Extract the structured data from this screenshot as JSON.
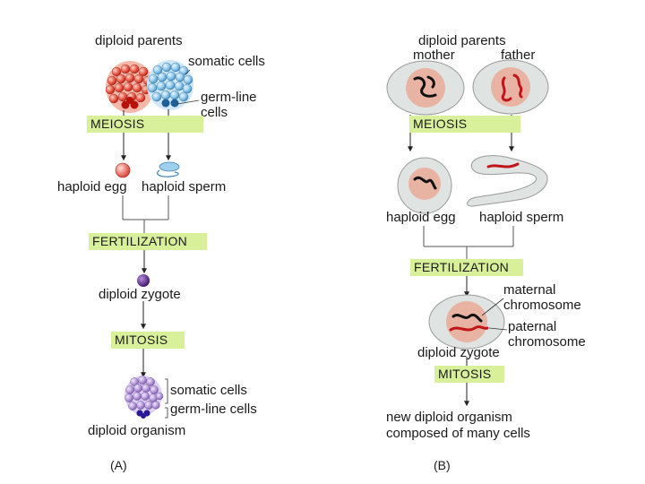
{
  "panel_a": {
    "diploid_parents": "diploid parents",
    "somatic_cells_top": "somatic cells",
    "germ_line_cells_top": "germ-line\ncells",
    "meiosis": "MEIOSIS",
    "haploid_egg": "haploid egg",
    "haploid_sperm": "haploid sperm",
    "fertilization": "FERTILIZATION",
    "diploid_zygote": "diploid zygote",
    "mitosis": "MITOSIS",
    "somatic_cells_bottom": "somatic cells",
    "germ_line_cells_bottom": "germ-line cells",
    "diploid_organism": "diploid organism",
    "caption": "(A)"
  },
  "panel_b": {
    "diploid_parents": "diploid parents",
    "mother": "mother",
    "father": "father",
    "meiosis": "MEIOSIS",
    "haploid_egg": "haploid egg",
    "haploid_sperm": "haploid sperm",
    "fertilization": "FERTILIZATION",
    "maternal_chromosome": "maternal\nchromosome",
    "paternal_chromosome": "paternal\nchromosome",
    "diploid_zygote": "diploid zygote",
    "mitosis": "MITOSIS",
    "new_organism": "new diploid organism\ncomposed of many cells",
    "caption": "(B)"
  },
  "colors": {
    "stage_highlight": "#d9f09a",
    "maternal": "#e24a3c",
    "paternal": "#4a9ed0",
    "zygote": "#4b1a7a",
    "organism": "#9a7ac8",
    "cell_body": "#dfe4e2",
    "nucleus": "#e9b3a4",
    "chromosome_black": "#111111",
    "chromosome_red": "#c0161a"
  }
}
